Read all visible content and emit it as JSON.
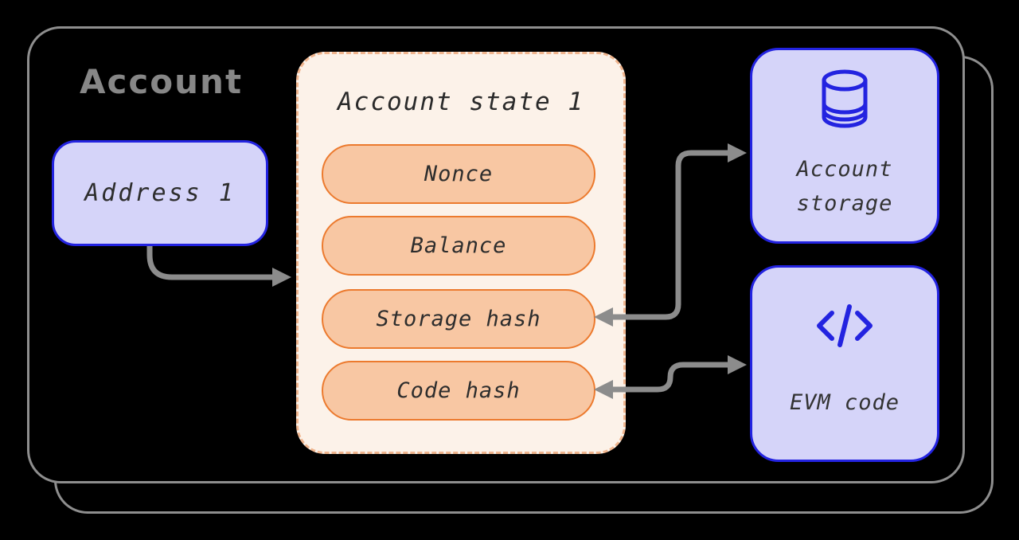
{
  "diagram": {
    "title": "Account",
    "address_box": {
      "label": "Address 1"
    },
    "account_state": {
      "title": "Account state 1",
      "fields": [
        "Nonce",
        "Balance",
        "Storage hash",
        "Code hash"
      ]
    },
    "storage_box": {
      "label": "Account storage",
      "icon": "database-icon"
    },
    "evm_box": {
      "label": "EVM code",
      "icon": "code-icon"
    },
    "colors": {
      "background": "#000000",
      "outline_gray": "#8e8e8e",
      "title_gray": "#878787",
      "arrow_gray": "#8c8c8c",
      "lavender_fill": "#d5d4f9",
      "blue_border": "#2323e0",
      "state_fill": "#fcf2e9",
      "state_dash": "#f0b58e",
      "pill_fill": "#f8c7a3",
      "pill_border": "#ec7a2e",
      "text_dark": "#2d2d2d"
    }
  }
}
